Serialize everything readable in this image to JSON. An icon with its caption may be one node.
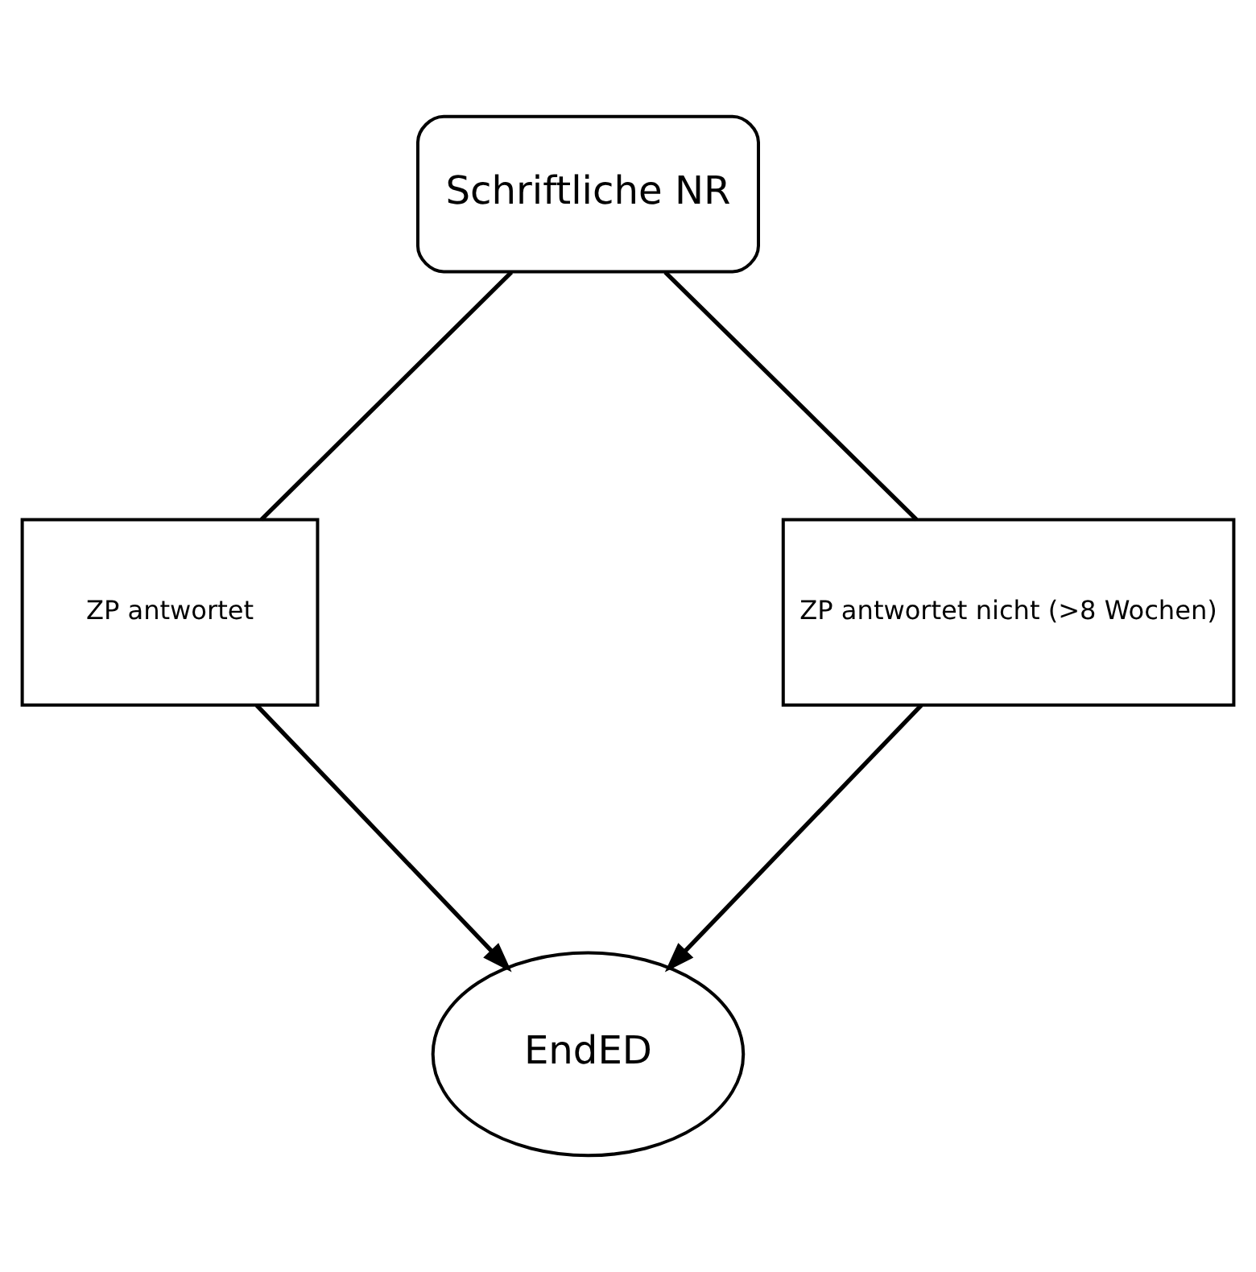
{
  "diagram": {
    "nodes": [
      {
        "text": [
          "Schriftliche NR"
        ]
      },
      {
        "text": [
          "ZP antwortet"
        ]
      },
      {
        "text": [
          "ZP antwortet nicht (>8 Wochen)"
        ]
      },
      {
        "text": [
          "EndED"
        ]
      }
    ],
    "edges": [
      {
        "from": 0,
        "to": 1,
        "arrow": "none"
      },
      {
        "from": 0,
        "to": 2,
        "arrow": "none"
      },
      {
        "from": 1,
        "to": 3,
        "arrow": "to"
      },
      {
        "from": 2,
        "to": 3,
        "arrow": "to"
      }
    ]
  }
}
